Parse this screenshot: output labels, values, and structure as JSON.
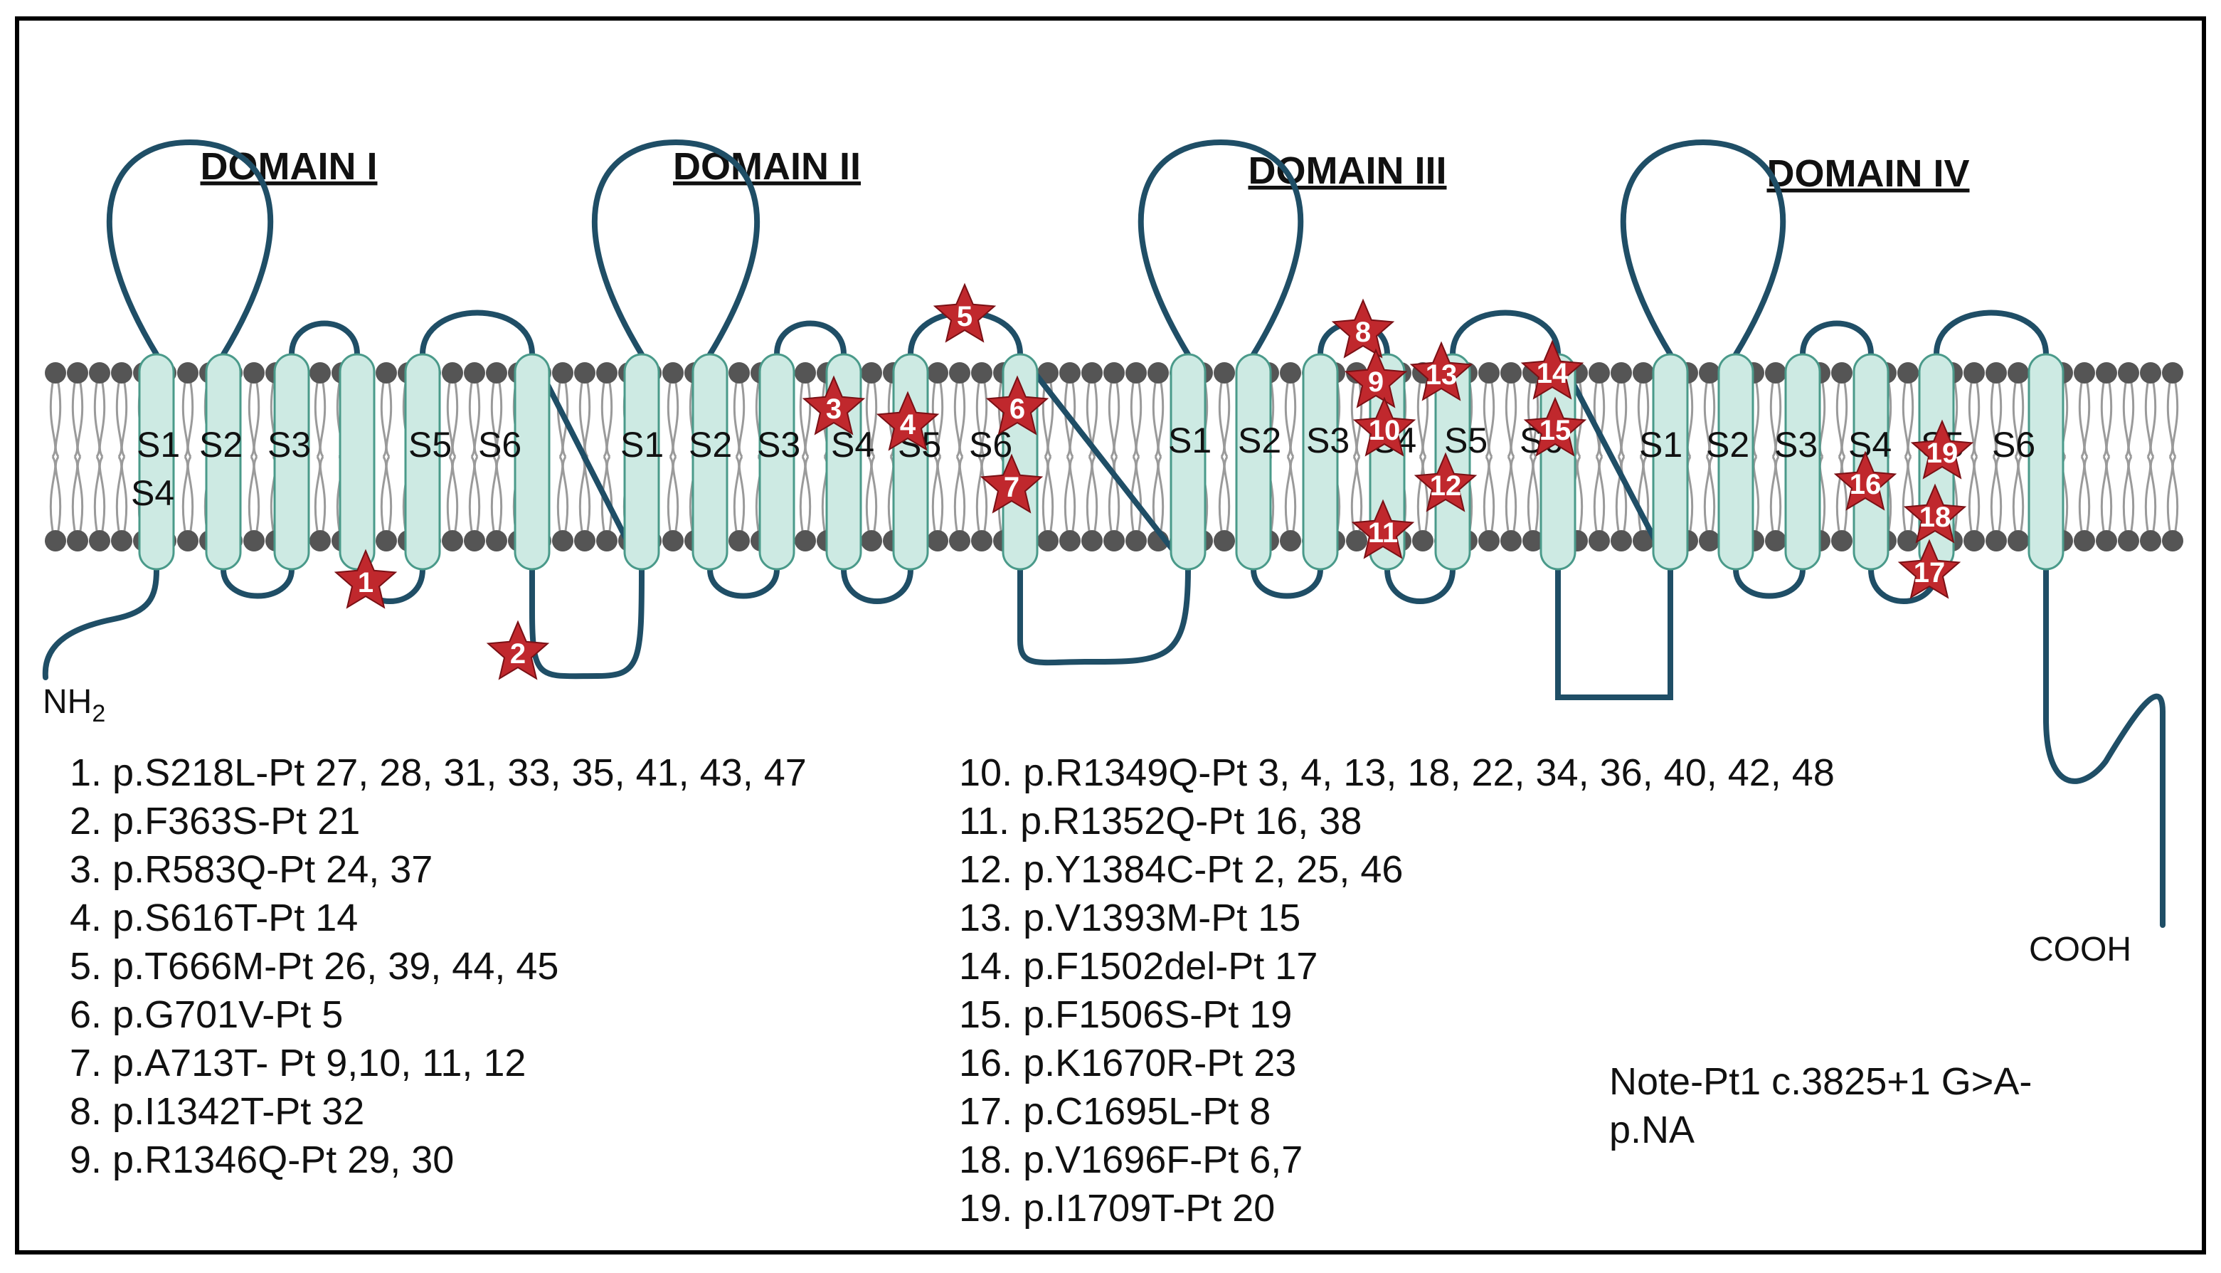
{
  "domains": [
    "DOMAIN I",
    "DOMAIN II",
    "DOMAIN III",
    "DOMAIN IV"
  ],
  "segment_labels": [
    "S1",
    "S2",
    "S3",
    "S4",
    "S5",
    "S6"
  ],
  "terminals": {
    "n": "NH",
    "n_sub": "2",
    "c": "COOH"
  },
  "colors": {
    "helix_fill": "#cdeae3",
    "helix_stroke": "#4a9a8a",
    "chain": "#1f4e66",
    "star": "#c0282d",
    "lipid_head": "#555555"
  },
  "variants": [
    {
      "num": "1",
      "text": "1. p.S218L-Pt 27, 28, 31, 33, 35, 41, 43, 47"
    },
    {
      "num": "2",
      "text": "2. p.F363S-Pt 21"
    },
    {
      "num": "3",
      "text": "3. p.R583Q-Pt 24, 37"
    },
    {
      "num": "4",
      "text": "4. p.S616T-Pt 14"
    },
    {
      "num": "5",
      "text": "5. p.T666M-Pt 26, 39, 44, 45"
    },
    {
      "num": "6",
      "text": "6. p.G701V-Pt 5"
    },
    {
      "num": "7",
      "text": "7. p.A713T- Pt 9,10, 11, 12"
    },
    {
      "num": "8",
      "text": "8. p.I1342T-Pt 32"
    },
    {
      "num": "9",
      "text": "9. p.R1346Q-Pt 29, 30"
    },
    {
      "num": "10",
      "text": "10. p.R1349Q-Pt 3, 4, 13, 18, 22, 34, 36, 40, 42, 48"
    },
    {
      "num": "11",
      "text": "11. p.R1352Q-Pt 16, 38"
    },
    {
      "num": "12",
      "text": "12. p.Y1384C-Pt 2, 25, 46"
    },
    {
      "num": "13",
      "text": "13. p.V1393M-Pt 15"
    },
    {
      "num": "14",
      "text": "14. p.F1502del-Pt 17"
    },
    {
      "num": "15",
      "text": "15. p.F1506S-Pt 19"
    },
    {
      "num": "16",
      "text": "16. p.K1670R-Pt 23"
    },
    {
      "num": "17",
      "text": "17. p.C1695L-Pt 8"
    },
    {
      "num": "18",
      "text": "18. p.V1696F-Pt 6,7"
    },
    {
      "num": "19",
      "text": "19. p.I1709T-Pt 20"
    }
  ],
  "note": {
    "line1": "Note-Pt1 c.3825+1 G>A-",
    "line2": "p.NA"
  }
}
